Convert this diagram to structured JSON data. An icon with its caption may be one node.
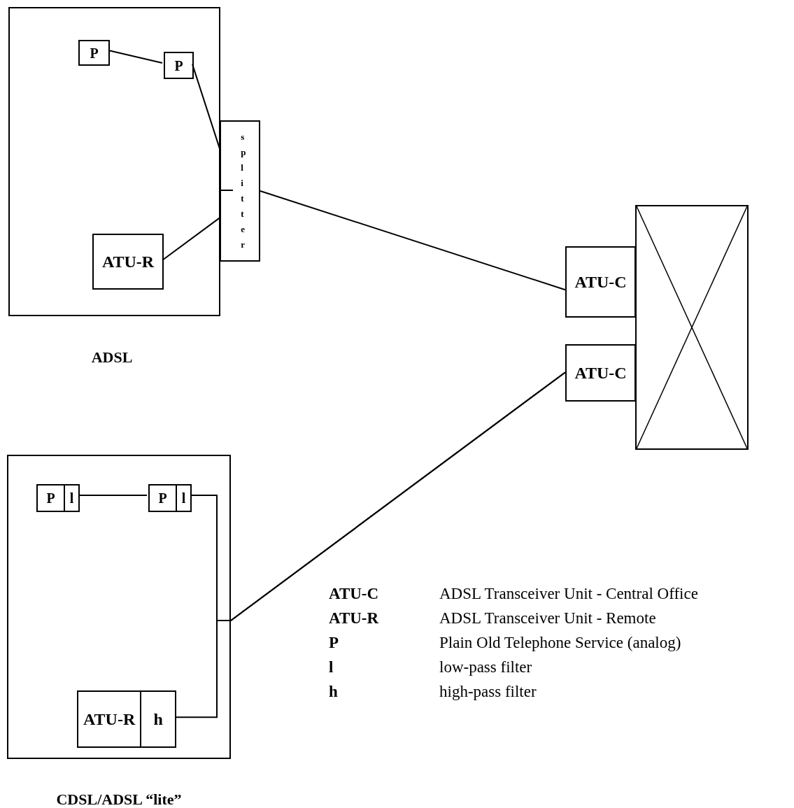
{
  "diagram": {
    "nodes": [
      {
        "text": [],
        "shape": "box",
        "beside": [
          "ADSL"
        ]
      },
      {
        "text": [
          "P"
        ],
        "in": 0
      },
      {
        "text": [
          "P"
        ],
        "in": 0
      },
      {
        "text": [
          "ATU-R"
        ],
        "in": 0
      },
      {
        "text": [
          "splitter"
        ]
      },
      {
        "text": [
          "ATU-C"
        ]
      },
      {
        "text": [
          "ATU-C"
        ]
      },
      {
        "text": [],
        "shape": "box"
      },
      {
        "text": [],
        "shape": "box",
        "beside": [
          "CDSL/ADSL “lite”"
        ]
      },
      {
        "text": [
          "P",
          "l"
        ],
        "in": 8
      },
      {
        "text": [
          "P",
          "l"
        ],
        "in": 8
      },
      {
        "text": [
          "ATU-R",
          "h"
        ],
        "in": 8
      }
    ],
    "edges": [
      {
        "from": 1,
        "to": 2,
        "arrow": "none"
      },
      {
        "from": 2,
        "to": 4,
        "arrow": "none"
      },
      {
        "from": 3,
        "to": 4,
        "arrow": "none"
      },
      {
        "from": 4,
        "to": 5,
        "arrow": "none"
      },
      {
        "from": 9,
        "to": 10,
        "arrow": "none"
      },
      {
        "from": 10,
        "to": 6,
        "arrow": "none"
      },
      {
        "from": 11,
        "to": 6,
        "arrow": "none"
      }
    ],
    "labels": [
      "ATU-C",
      "ADSL Transceiver Unit - Central Office",
      "ATU-R",
      "ADSL Transceiver Unit - Remote",
      "P",
      "Plain Old Telephone Service (analog)",
      "l",
      "low-pass filter",
      "h",
      "high-pass filter"
    ]
  }
}
